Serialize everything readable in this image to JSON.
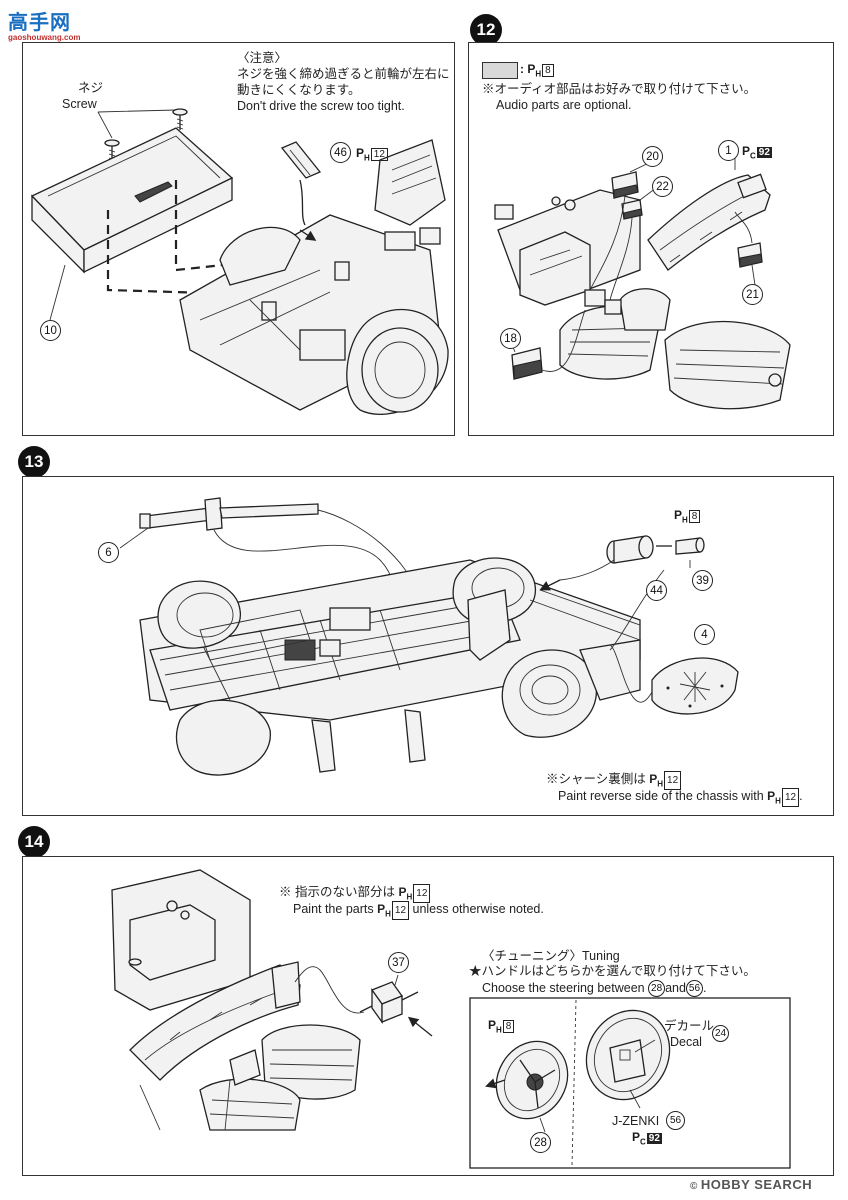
{
  "watermark": {
    "brand": "高手网",
    "subtitle": "gaoshouwang.com"
  },
  "footer": {
    "logo": "HOBBY SEARCH",
    "copyright": "©"
  },
  "step11": {
    "note_title": "〈注意〉",
    "note_jp_1": "ネジを強く締め過ぎると前輪が左右に",
    "note_jp_2": "動きにくくなります。",
    "note_en": "Don't drive the screw too tight.",
    "screw_jp": "ネジ",
    "screw_en": "Screw",
    "part_10": "10",
    "part_46": "46",
    "paint_46": {
      "prefix": "P",
      "sub": "H",
      "num": "12"
    }
  },
  "step12": {
    "number": "12",
    "legend_paint": {
      "prefix": "P",
      "sub": "H",
      "num": "8"
    },
    "note_jp": "※オーディオ部品はお好みで取り付けて下さい。",
    "note_en": "Audio parts are optional.",
    "parts": [
      "1",
      "20",
      "22",
      "21",
      "18"
    ],
    "paint_1": {
      "prefix": "P",
      "sub": "C",
      "num": "92"
    }
  },
  "step13": {
    "number": "13",
    "parts": [
      "6",
      "44",
      "39",
      "4"
    ],
    "paint_39": {
      "prefix": "P",
      "sub": "H",
      "num": "8"
    },
    "note_jp": "※シャーシ裏側は",
    "note_paint": {
      "prefix": "P",
      "sub": "H",
      "num": "12"
    },
    "note_en": "Paint reverse side of the chassis with",
    "note_en_end": "."
  },
  "step14": {
    "number": "14",
    "note_jp": "※ 指示のない部分は",
    "note_en_pre": "Paint the parts",
    "note_en_post": "unless otherwise noted.",
    "note_paint": {
      "prefix": "P",
      "sub": "H",
      "num": "12"
    },
    "part_37": "37",
    "tuning_title": "〈チューニング〉Tuning",
    "tuning_jp": "★ハンドルはどちらかを選んで取り付けて下さい。",
    "tuning_en_pre": "Choose the steering between",
    "tuning_en_mid": "and",
    "tuning_en_end": ".",
    "part_28": "28",
    "part_56": "56",
    "paint_28": {
      "prefix": "P",
      "sub": "H",
      "num": "8"
    },
    "decal_jp": "デカール",
    "decal_en": "Decal",
    "part_24": "24",
    "jzenki": "J-ZENKI",
    "paint_56": {
      "prefix": "P",
      "sub": "C",
      "num": "92"
    }
  }
}
